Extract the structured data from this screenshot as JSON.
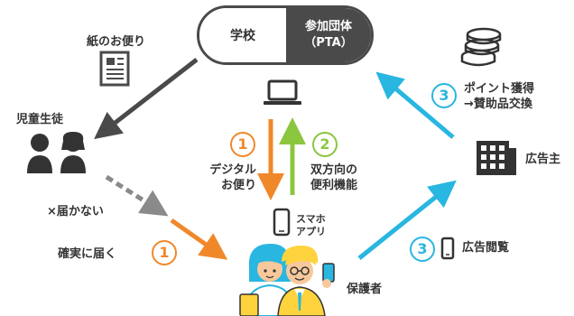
{
  "nodes": {
    "school": "学校",
    "pta_line1": "参加団体",
    "pta_line2": "（PTA）",
    "paper_letter": "紙のお便り",
    "students": "児童生徒",
    "not_delivered": "×届かない",
    "reliable_delivery": "確実に届く",
    "guardians": "保護者",
    "advertiser": "広告主",
    "smartphone_app_line1": "スマホ",
    "smartphone_app_line2": "アプリ"
  },
  "flows": {
    "digital_line1": "デジタル",
    "digital_line2": "お便り",
    "two_way_line1": "双方向の",
    "two_way_line2": "便利機能",
    "points_line1": "ポイント獲得",
    "points_line2": "→賛助品交換",
    "ad_view": "広告閲覧"
  },
  "badges": {
    "one": "1",
    "two": "2",
    "three": "3"
  },
  "colors": {
    "orange": "#f0882a",
    "green": "#8cc63f",
    "cyan": "#29b6e0",
    "dark": "#4a4a4a",
    "gray_dashed": "#8a8a8a",
    "guardian_face": "#f7c89b",
    "yellow": "#ffd33d"
  }
}
